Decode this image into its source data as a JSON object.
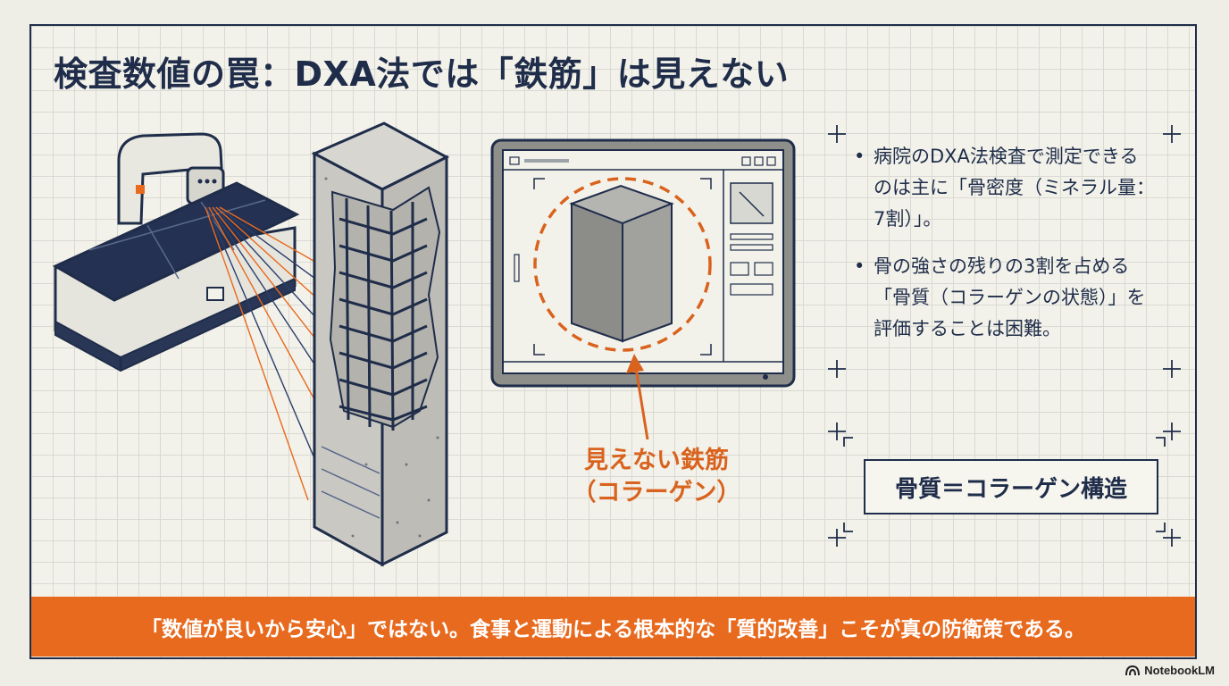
{
  "title": "検査数値の罠：DXA法では「鉄筋」は見えない",
  "bullets": [
    {
      "lines": [
        "病院のDXA法検査で測定できる",
        "のは主に「骨密度（ミネラル量：",
        "7割）」。"
      ]
    },
    {
      "lines": [
        "骨の強さの残りの3割を占める",
        "「骨質（コラーゲンの状態）」を",
        "評価することは困難。"
      ]
    }
  ],
  "callout": {
    "lines": [
      "見えない鉄筋",
      "（コラーゲン）"
    ]
  },
  "equation_box": "骨質＝コラーゲン構造",
  "banner": "「数値が良いから安心」ではない。食事と運動による根本的な「質的改善」こそが真の防衛策である。",
  "brand": {
    "name": "NotebookLM",
    "icon": "notebooklm-logo-icon"
  },
  "colors": {
    "navy": "#1f2d4a",
    "orange": "#e86a1e",
    "paper": "#f3f2ea",
    "grid": "#d9d9d3"
  },
  "icons": [
    "dxa-scanner-illustration",
    "rebar-concrete-pillar-illustration",
    "monitor-illustration",
    "dashed-circle-highlight",
    "upward-arrow-icon",
    "crosshair-mark-icon"
  ]
}
